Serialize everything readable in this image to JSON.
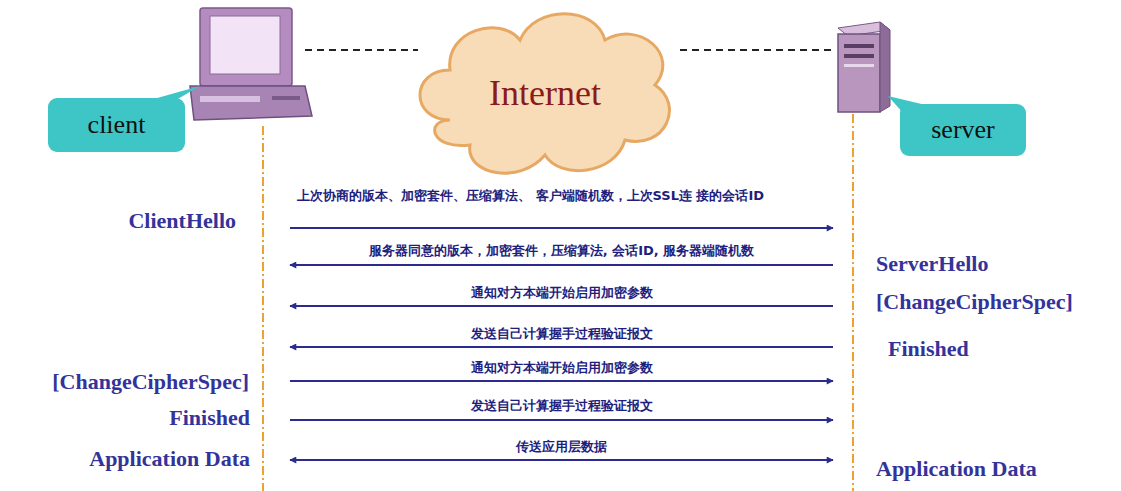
{
  "diagram": {
    "nodes": [
      {
        "text": [
          "client"
        ]
      },
      {
        "text": [
          "Internet"
        ]
      },
      {
        "text": [
          "server"
        ]
      }
    ],
    "labels": [
      "ClientHello",
      "上次协商的版本、加密套件、压缩算法、 客户端随机数，上次SSL连 接的会话ID",
      "服务器同意的版本，加密套件，压缩算法, 会话ID, 服务器端随机数",
      "ServerHello",
      "[ChangeCipherSpec]",
      "通知对方本端开始启用加密参数",
      "发送自己计算握手过程验证报文",
      "Finished",
      "通知对方本端开始启用加密参数",
      "[ChangeCipherSpec]",
      "Finished",
      "发送自己计算握手过程验证报文",
      "Application Data",
      "传送应用层数据",
      "Application Data"
    ]
  }
}
